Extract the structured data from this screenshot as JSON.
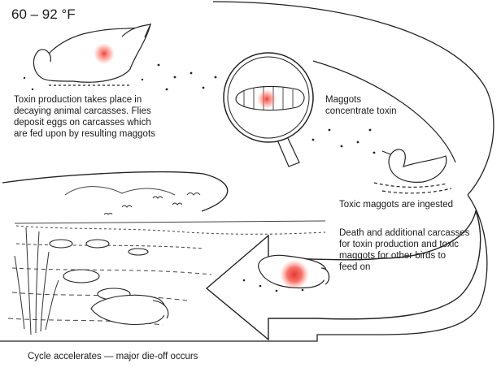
{
  "temperature_range": "60 – 92 °F",
  "labels": {
    "toxin_production": "Toxin production takes place in\ndecaying animal carcasses. Flies\ndeposit eggs on carcasses which\nare fed upon by resulting maggots",
    "maggots_concentrate": "Maggots\nconcentrate toxin",
    "maggots_ingested": "Toxic maggots are ingested",
    "death_carcasses": "Death and additional carcasses\nfor toxin production and toxic\nmaggots for other birds to\nfeed on",
    "cycle": "Cycle accelerates — major die-off occurs"
  },
  "colors": {
    "line": "#222222",
    "toxin_red": "#e53935",
    "toxin_glow": "#ff8a80",
    "water": "#555555"
  },
  "icons": {
    "magnifier": "magnifying-glass-icon",
    "dead_bird": "dead-bird-icon",
    "duck": "swimming-duck-icon",
    "maggot": "maggot-icon",
    "arrow": "cycle-arrow-icon"
  }
}
